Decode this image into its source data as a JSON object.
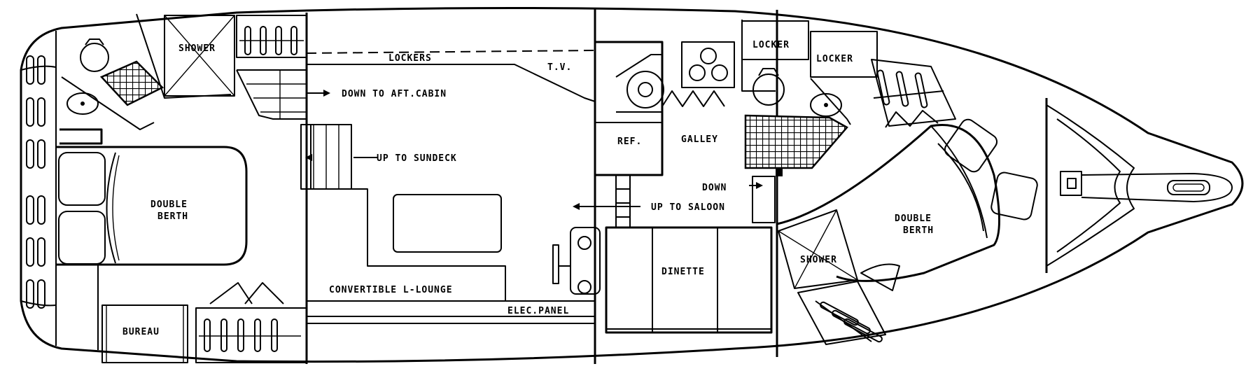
{
  "labels": {
    "shower_aft": "SHOWER",
    "lockers": "LOCKERS",
    "tv": "T.V.",
    "down_to_aft_cabin": "DOWN TO AFT.CABIN",
    "up_to_sundeck": "UP TO SUNDECK",
    "double_berth_aft_line1": "DOUBLE",
    "double_berth_aft_line2": "BERTH",
    "convertible_l_lounge": "CONVERTIBLE L-LOUNGE",
    "elec_panel": "ELEC.PANEL",
    "bureau": "BUREAU",
    "ref": "REF.",
    "galley": "GALLEY",
    "up_to_saloon": "UP TO SALOON",
    "down": "DOWN",
    "dinette": "DINETTE",
    "locker_1": "LOCKER",
    "locker_2": "LOCKER",
    "double_berth_fwd_line1": "DOUBLE",
    "double_berth_fwd_line2": "BERTH",
    "shower_fwd": "SHOWER"
  }
}
